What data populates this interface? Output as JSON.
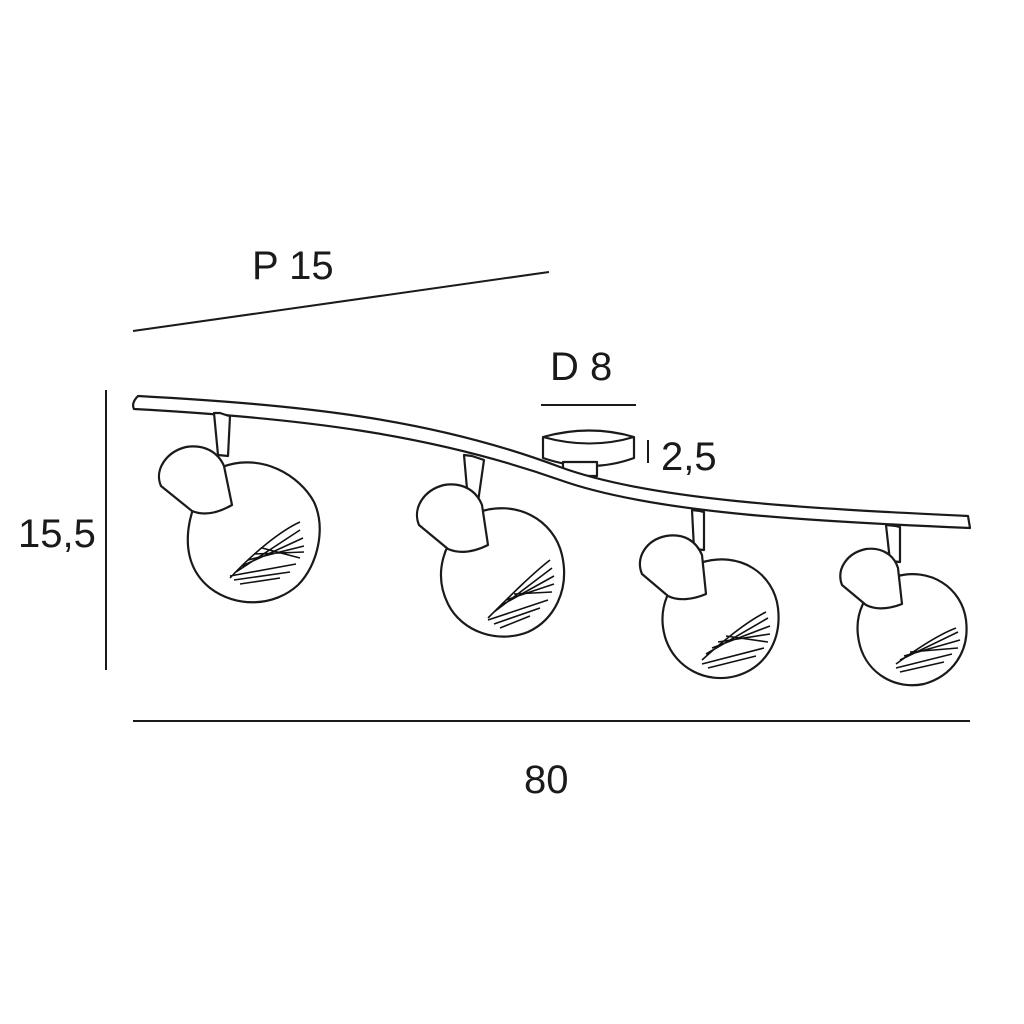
{
  "dimensions": {
    "depth_label": "P 15",
    "base_diameter_label": "D 8",
    "base_height_label": "2,5",
    "height_label": "15,5",
    "width_label": "80"
  },
  "colors": {
    "line": "#1a1a1a",
    "background": "#ffffff"
  }
}
